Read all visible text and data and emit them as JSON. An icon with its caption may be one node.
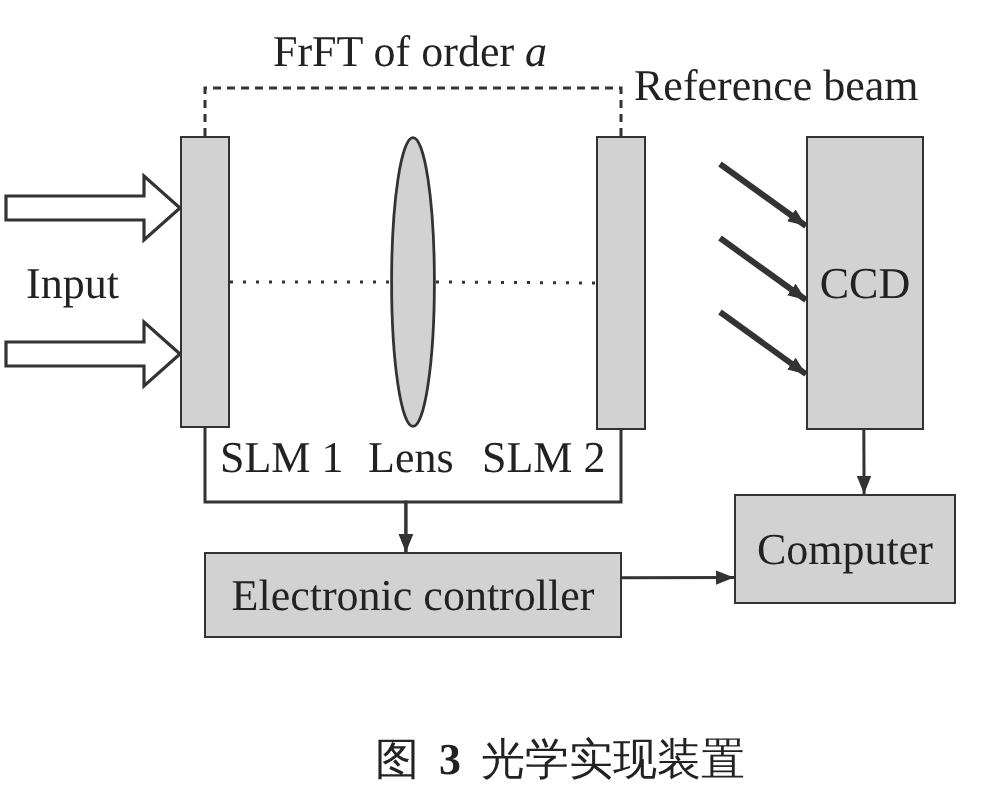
{
  "diagram": {
    "caption": "图 **3** 光学实现装置",
    "nodes": [
      {
        "text": [],
        "shape": "box",
        "beside": [
          "SLM 1"
        ]
      },
      {
        "text": [],
        "shape": "ellipse",
        "beside": [
          "Lens"
        ]
      },
      {
        "text": [],
        "shape": "box",
        "beside": [
          "SLM 2"
        ]
      },
      {
        "text": [
          "CCD"
        ]
      },
      {
        "text": [
          "Electronic controller"
        ]
      },
      {
        "text": [
          "Computer"
        ]
      }
    ],
    "edges": [
      {
        "from": null,
        "to": 0,
        "arrow": "to"
      },
      {
        "from": null,
        "to": 0,
        "arrow": "to"
      },
      {
        "from": 0,
        "to": 2,
        "arrow": "none",
        "style": "dashed",
        "label": "FrFT of order *a*"
      },
      {
        "from": 0,
        "to": 1,
        "arrow": "none",
        "style": "dashed"
      },
      {
        "from": 1,
        "to": 2,
        "arrow": "none",
        "style": "dashed"
      },
      {
        "from": null,
        "to": 3,
        "arrow": "to",
        "style": "thick"
      },
      {
        "from": null,
        "to": 3,
        "arrow": "to",
        "style": "thick"
      },
      {
        "from": null,
        "to": 3,
        "arrow": "to",
        "style": "thick"
      },
      {
        "from": 0,
        "to": 4,
        "arrow": "to"
      },
      {
        "from": 2,
        "to": 4,
        "arrow": "to"
      },
      {
        "from": 4,
        "to": 5,
        "arrow": "to"
      },
      {
        "from": 3,
        "to": 5,
        "arrow": "to"
      }
    ],
    "labels": [
      "Input",
      "Reference beam"
    ]
  }
}
